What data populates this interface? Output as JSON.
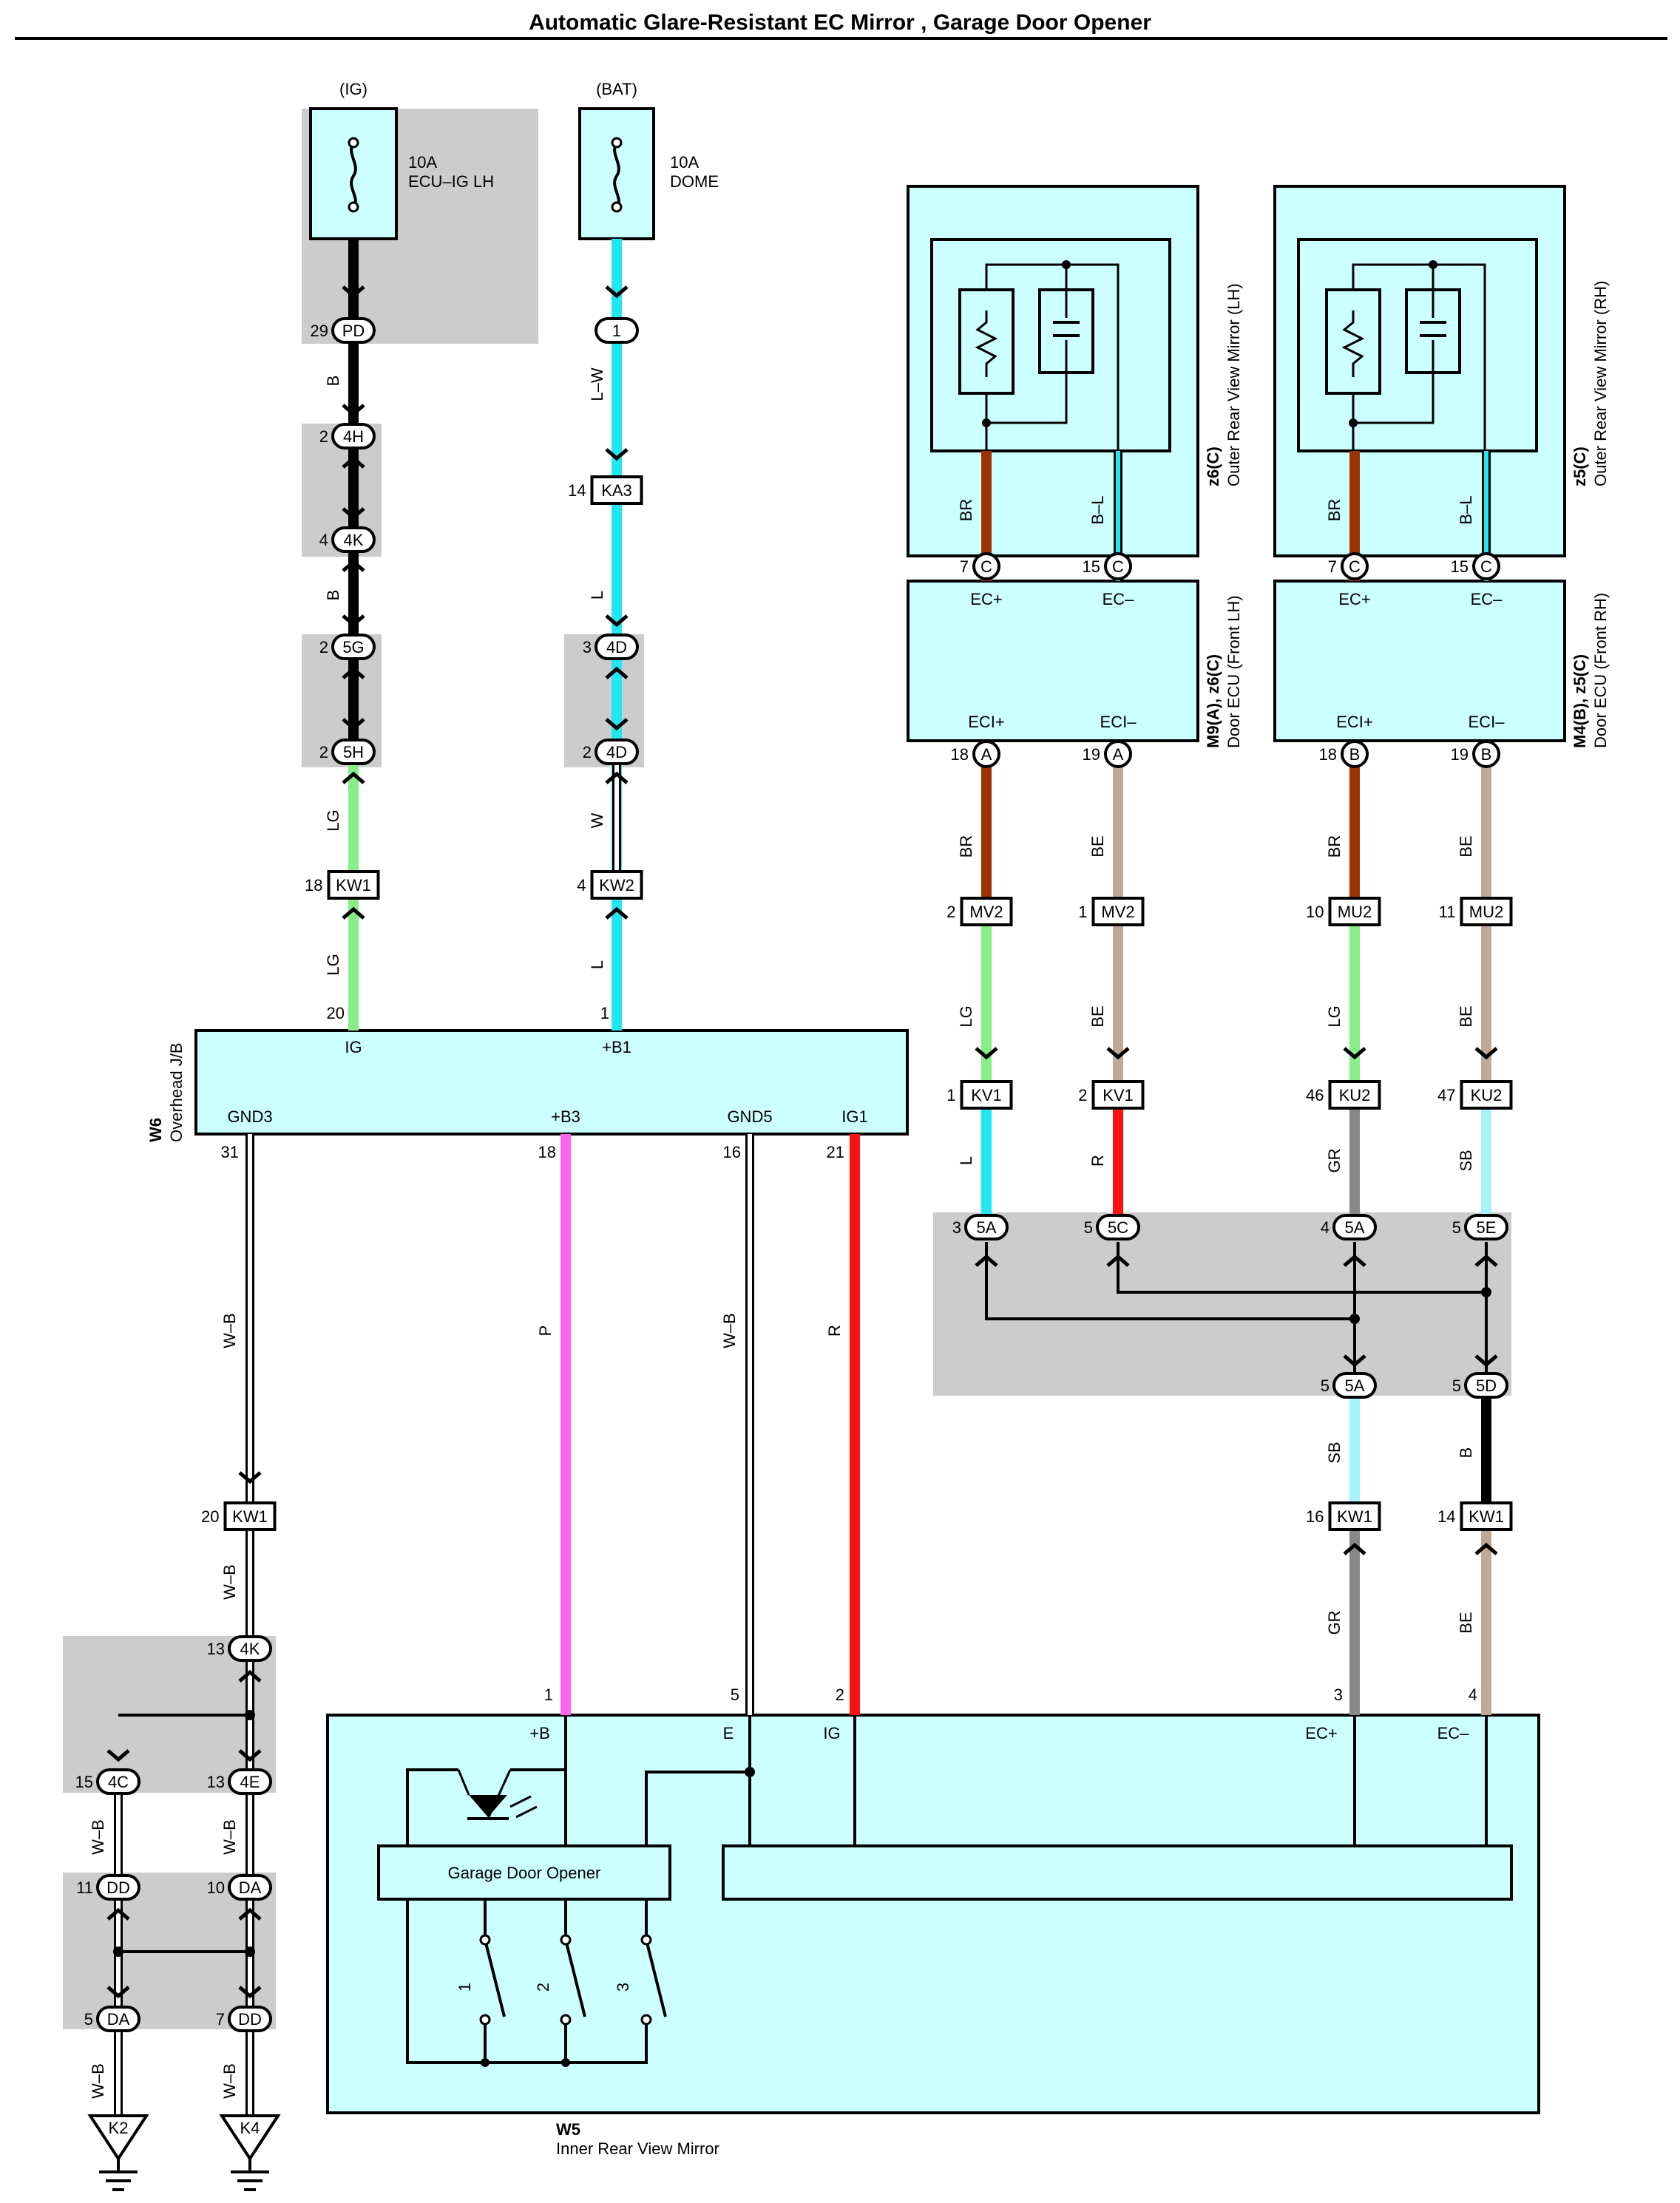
{
  "title": "Automatic Glare-Resistant EC Mirror , Garage Door Opener",
  "colors": {
    "panel": "#ccffff",
    "gray": "#cccccc",
    "B": "#000000",
    "LG": "#88ee88",
    "L": "#22e6f2",
    "W": "#ffffff",
    "BR": "#9c3200",
    "BE": "#bfa996",
    "GR": "#888888",
    "SB": "#a6f4fa",
    "R": "#ff1010",
    "P": "#ff66f0",
    "WB": "#ffffff",
    "BL": "#000000"
  },
  "fuses": [
    {
      "source": "(IG)",
      "rating": "10A",
      "name": "ECU–IG LH"
    },
    {
      "source": "(BAT)",
      "rating": "10A",
      "name": "DOME"
    }
  ],
  "components": {
    "w6_code": "W6",
    "w6_name": "Overhead J/B",
    "w6_pins": {
      "ig": "IG",
      "b1": "+B1",
      "gnd3": "GND3",
      "b3": "+B3",
      "gnd5": "GND5",
      "ig1": "IG1"
    },
    "w6_pinnums": {
      "ig": "20",
      "b1": "1",
      "gnd3": "31",
      "b3": "18",
      "gnd5": "16",
      "ig1": "21"
    },
    "mirror_lh_code": "z6(C)",
    "mirror_lh_name": "Outer Rear View Mirror (LH)",
    "mirror_rh_code": "z5(C)",
    "mirror_rh_name": "Outer Rear View Mirror (RH)",
    "ecu_lh_code": "M9(A), z6(C)",
    "ecu_lh_name": "Door ECU (Front LH)",
    "ecu_rh_code": "M4(B), z5(C)",
    "ecu_rh_name": "Door ECU (Front RH)",
    "ecu_pins": {
      "ecp": "EC+",
      "ecm": "EC–",
      "ecip": "ECI+",
      "ecim": "ECI–"
    },
    "w5_code": "W5",
    "w5_name": "Inner Rear View Mirror",
    "w5_pins": {
      "b": "+B",
      "e": "E",
      "ig": "IG",
      "ecp": "EC+",
      "ecm": "EC–"
    },
    "w5_pinnums": {
      "b": "1",
      "e": "5",
      "ig": "2",
      "ecp": "3",
      "ecm": "4"
    },
    "gdo_label": "Garage Door Opener",
    "switches": [
      "1",
      "2",
      "3"
    ]
  },
  "connectors": [
    {
      "id": "c1",
      "num": "29",
      "code": "PD"
    },
    {
      "id": "c2",
      "num": "2",
      "code": "4H"
    },
    {
      "id": "c3",
      "num": "4",
      "code": "4K"
    },
    {
      "id": "c4",
      "num": "2",
      "code": "5G"
    },
    {
      "id": "c5",
      "num": "2",
      "code": "5H"
    },
    {
      "id": "c6",
      "num": "18",
      "code": "KW1"
    },
    {
      "id": "c7",
      "num": "",
      "code": "1"
    },
    {
      "id": "c8",
      "num": "14",
      "code": "KA3"
    },
    {
      "id": "c9",
      "num": "3",
      "code": "4D"
    },
    {
      "id": "c10",
      "num": "2",
      "code": "4D"
    },
    {
      "id": "c11",
      "num": "4",
      "code": "KW2"
    },
    {
      "id": "c12",
      "num": "7",
      "code": "C"
    },
    {
      "id": "c13",
      "num": "15",
      "code": "C"
    },
    {
      "id": "c14",
      "num": "7",
      "code": "C"
    },
    {
      "id": "c15",
      "num": "15",
      "code": "C"
    },
    {
      "id": "c16",
      "num": "18",
      "code": "A"
    },
    {
      "id": "c17",
      "num": "19",
      "code": "A"
    },
    {
      "id": "c18",
      "num": "18",
      "code": "B"
    },
    {
      "id": "c19",
      "num": "19",
      "code": "B"
    },
    {
      "id": "c20",
      "num": "2",
      "code": "MV2"
    },
    {
      "id": "c21",
      "num": "1",
      "code": "MV2"
    },
    {
      "id": "c22",
      "num": "10",
      "code": "MU2"
    },
    {
      "id": "c23",
      "num": "11",
      "code": "MU2"
    },
    {
      "id": "c24",
      "num": "1",
      "code": "KV1"
    },
    {
      "id": "c25",
      "num": "2",
      "code": "KV1"
    },
    {
      "id": "c26",
      "num": "46",
      "code": "KU2"
    },
    {
      "id": "c27",
      "num": "47",
      "code": "KU2"
    },
    {
      "id": "c28",
      "num": "3",
      "code": "5A"
    },
    {
      "id": "c29",
      "num": "5",
      "code": "5C"
    },
    {
      "id": "c30",
      "num": "4",
      "code": "5A"
    },
    {
      "id": "c31",
      "num": "5",
      "code": "5E"
    },
    {
      "id": "c32",
      "num": "5",
      "code": "5A"
    },
    {
      "id": "c33",
      "num": "5",
      "code": "5D"
    },
    {
      "id": "c34",
      "num": "16",
      "code": "KW1"
    },
    {
      "id": "c35",
      "num": "14",
      "code": "KW1"
    },
    {
      "id": "c36",
      "num": "20",
      "code": "KW1"
    },
    {
      "id": "c37",
      "num": "13",
      "code": "4K"
    },
    {
      "id": "c38",
      "num": "15",
      "code": "4C"
    },
    {
      "id": "c39",
      "num": "13",
      "code": "4E"
    },
    {
      "id": "c40",
      "num": "11",
      "code": "DD"
    },
    {
      "id": "c41",
      "num": "10",
      "code": "DA"
    },
    {
      "id": "c42",
      "num": "5",
      "code": "DA"
    },
    {
      "id": "c43",
      "num": "7",
      "code": "DD"
    }
  ],
  "wire_labels": [
    {
      "id": "w1",
      "text": "B"
    },
    {
      "id": "w2",
      "text": "B"
    },
    {
      "id": "w3",
      "text": "LG"
    },
    {
      "id": "w4",
      "text": "LG"
    },
    {
      "id": "w5",
      "text": "L–W"
    },
    {
      "id": "w6",
      "text": "L"
    },
    {
      "id": "w7",
      "text": "W"
    },
    {
      "id": "w8",
      "text": "L"
    },
    {
      "id": "w9",
      "text": "BR"
    },
    {
      "id": "w10",
      "text": "B–L"
    },
    {
      "id": "w11",
      "text": "BR"
    },
    {
      "id": "w12",
      "text": "B–L"
    },
    {
      "id": "w13",
      "text": "BR"
    },
    {
      "id": "w14",
      "text": "BE"
    },
    {
      "id": "w15",
      "text": "BR"
    },
    {
      "id": "w16",
      "text": "BE"
    },
    {
      "id": "w17",
      "text": "LG"
    },
    {
      "id": "w18",
      "text": "BE"
    },
    {
      "id": "w19",
      "text": "LG"
    },
    {
      "id": "w20",
      "text": "BE"
    },
    {
      "id": "w21",
      "text": "L"
    },
    {
      "id": "w22",
      "text": "R"
    },
    {
      "id": "w23",
      "text": "GR"
    },
    {
      "id": "w24",
      "text": "SB"
    },
    {
      "id": "w25",
      "text": "SB"
    },
    {
      "id": "w26",
      "text": "B"
    },
    {
      "id": "w27",
      "text": "GR"
    },
    {
      "id": "w28",
      "text": "BE"
    },
    {
      "id": "w29",
      "text": "W–B"
    },
    {
      "id": "w30",
      "text": "P"
    },
    {
      "id": "w31",
      "text": "W–B"
    },
    {
      "id": "w32",
      "text": "R"
    },
    {
      "id": "w33",
      "text": "W–B"
    },
    {
      "id": "w34",
      "text": "W–B"
    },
    {
      "id": "w35",
      "text": "W–B"
    },
    {
      "id": "w36",
      "text": "W–B"
    },
    {
      "id": "w37",
      "text": "W–B"
    }
  ],
  "grounds": [
    {
      "id": "g1",
      "code": "K2"
    },
    {
      "id": "g2",
      "code": "K4"
    }
  ]
}
